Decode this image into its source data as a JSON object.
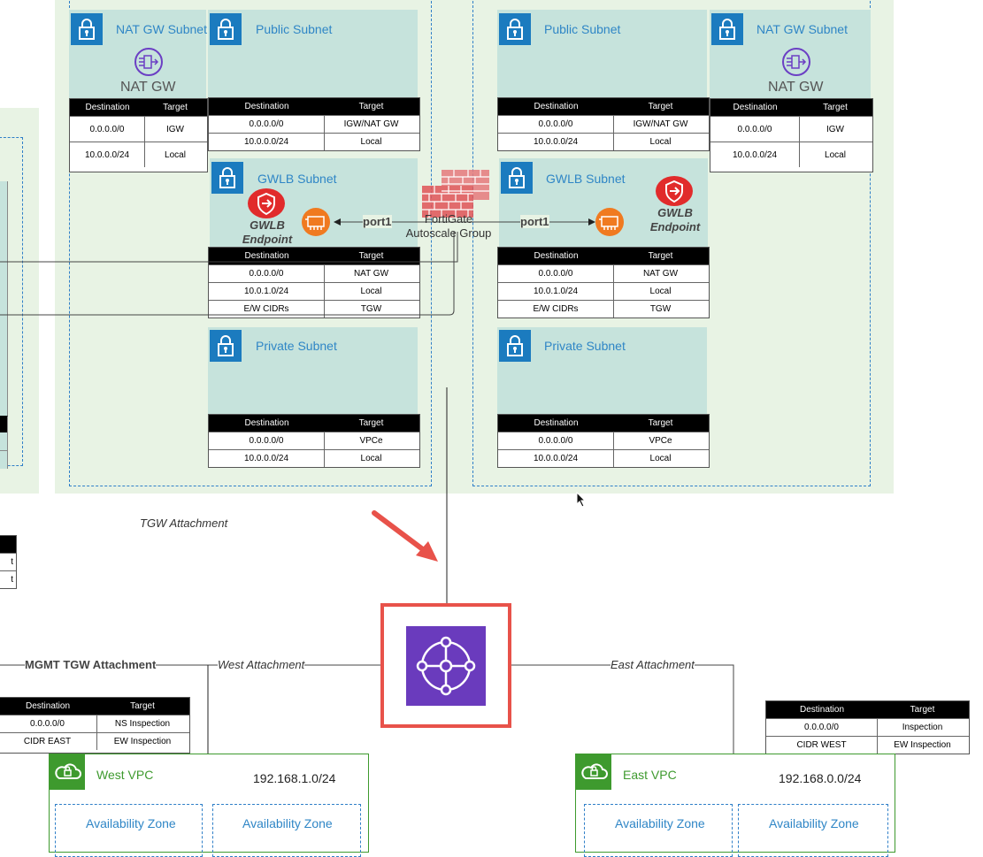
{
  "subnets": {
    "nat_gw": "NAT GW Subnet",
    "public": "Public Subnet",
    "gwlb": "GWLB Subnet",
    "private": "Private Subnet"
  },
  "nat_gw_label": "NAT GW",
  "gwlb_endpoint_label": [
    "GWLB",
    "Endpoint"
  ],
  "port_label": "port1",
  "fortigate_label": [
    "FortiGate",
    "Autoscale Group"
  ],
  "route_tables": {
    "headers": [
      "Destination",
      "Target"
    ],
    "nat_gw": [
      [
        "0.0.0.0/0",
        "IGW"
      ],
      [
        "10.0.0.0/24",
        "Local"
      ]
    ],
    "public": [
      [
        "0.0.0.0/0",
        "IGW/NAT GW"
      ],
      [
        "10.0.0.0/24",
        "Local"
      ]
    ],
    "gwlb": [
      [
        "0.0.0.0/0",
        "NAT GW"
      ],
      [
        "10.0.1.0/24",
        "Local"
      ],
      [
        "E/W CIDRs",
        "TGW"
      ]
    ],
    "private": [
      [
        "0.0.0.0/0",
        "VPCe"
      ],
      [
        "10.0.0.0/24",
        "Local"
      ]
    ],
    "west_tgw": [
      [
        "0.0.0.0/0",
        "NS Inspection"
      ],
      [
        "CIDR EAST",
        "EW Inspection"
      ]
    ],
    "east_tgw": [
      [
        "0.0.0.0/0",
        "Inspection"
      ],
      [
        "CIDR WEST",
        "EW Inspection"
      ]
    ],
    "left_partial": [
      "t",
      "t"
    ]
  },
  "attachments": {
    "tgw": "TGW Attachment",
    "mgmt": "MGMT TGW Attachment",
    "west": "West Attachment",
    "east": "East Attachment"
  },
  "vpcs": {
    "west": {
      "name": "West VPC",
      "cidr": "192.168.1.0/24"
    },
    "east": {
      "name": "East VPC",
      "cidr": "192.168.0.0/24"
    }
  },
  "az_label": "Availability Zone",
  "colors": {
    "vpc_bg": "#e8f3e4",
    "subnet_bg": "#c6e3dc",
    "subnet_icon": "#1b7bbf",
    "az_border": "#2f7fc8",
    "tgw": "#6a3bbd",
    "highlight": "#e8524a",
    "vpc_green": "#3e9a2e",
    "gwlb_red": "#e12b2b",
    "eni_orange": "#f07a20"
  }
}
